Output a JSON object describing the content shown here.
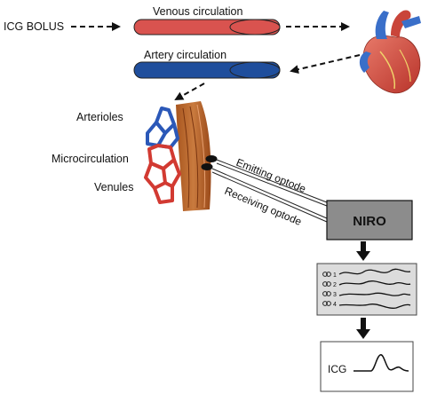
{
  "labels": {
    "icg_bolus": "ICG BOLUS",
    "venous": "Venous circulation",
    "artery": "Artery circulation",
    "arterioles": "Arterioles",
    "microcirculation": "Microcirculation",
    "venules": "Venules",
    "emitting": "Emitting optode",
    "receiving": "Receiving optode",
    "niro": "NIRO",
    "icg": "ICG",
    "channels": [
      "1",
      "2",
      "3",
      "4"
    ]
  },
  "colors": {
    "venous": "#d9534f",
    "artery": "#1f4e9c",
    "niro_box": "#8c8c8c",
    "arrow": "#111111"
  },
  "icons": {
    "heart": "heart-illustration",
    "tissue": "muscle-vessel-illustration",
    "optode": "optode-dot-icon"
  }
}
